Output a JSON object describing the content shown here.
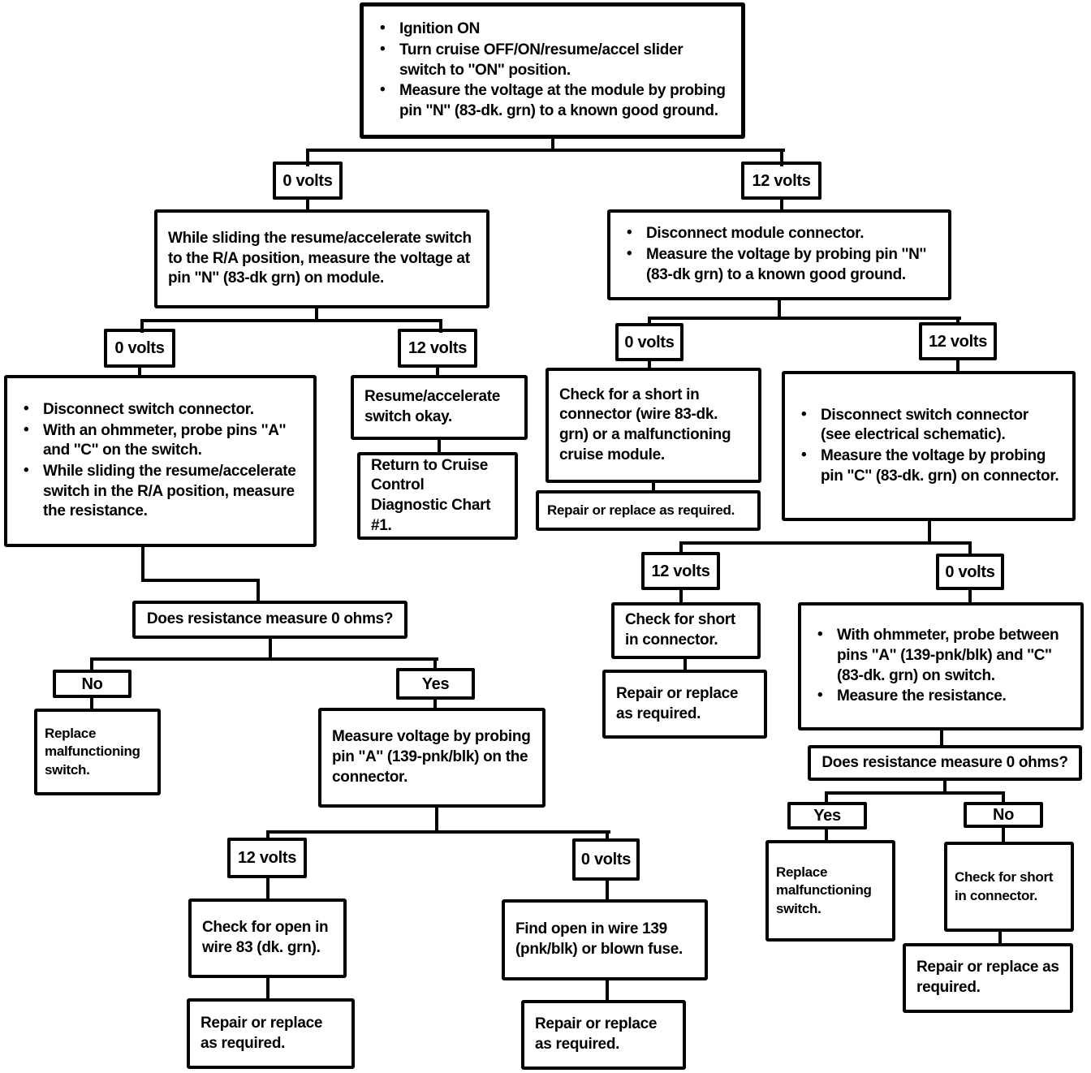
{
  "colors": {
    "ink": "#000000",
    "paper": "#ffffff"
  },
  "diagram": {
    "kind": "diagnostic-flowchart",
    "nodes": {
      "start": {
        "bullets": [
          "Ignition ON",
          "Turn cruise OFF/ON/resume/accel slider switch to ''ON'' position.",
          "Measure the voltage at the module by probing pin ''N'' (83-dk. grn) to a known good ground."
        ]
      },
      "l1_label": "0 volts",
      "r1_label": "12 volts",
      "l1_box": "While sliding the resume/accelerate switch to the R/A position, measure the voltage at pin ''N'' (83-dk grn) on module.",
      "r1_box": {
        "bullets": [
          "Disconnect module connector.",
          "Measure the voltage by probing pin ''N'' (83-dk grn) to a known good ground."
        ]
      },
      "l2a_label": "0 volts",
      "l2b_label": "12 volts",
      "l2a_box": {
        "bullets": [
          "Disconnect switch connector.",
          "With an ohmmeter, probe pins ''A'' and ''C'' on the switch.",
          "While sliding the resume/accelerate switch in the R/A position, measure the resistance."
        ]
      },
      "l2b_box": "Resume/accelerate switch okay.",
      "l2c_box": "Return to Cruise Control Diagnostic Chart #1.",
      "r2a_label": "0 volts",
      "r2b_label": "12 volts",
      "r2a_box": "Check for a short in connector (wire 83-dk. grn) or a malfunctioning cruise module.",
      "r2b_box": "Repair or replace as required.",
      "r2c_box": {
        "bullets": [
          "Disconnect switch connector (see electrical schematic).",
          "Measure the voltage by probing pin ''C'' (83-dk. grn) on connector."
        ]
      },
      "r3a_label": "12 volts",
      "r3b_label": "0 volts",
      "r3a_box": "Check for short in connector.",
      "r3b_box": "Repair or replace as required.",
      "r3c_box": {
        "bullets": [
          "With ohmmeter, probe between pins ''A'' (139-pnk/blk) and ''C'' (83-dk. grn) on switch.",
          "Measure the resistance."
        ]
      },
      "r_question": "Does resistance measure 0 ohms?",
      "r4a_label": "Yes",
      "r4b_label": "No",
      "r4a_box": "Replace malfunctioning switch.",
      "r4b_box": "Check for short in connector.",
      "r4c_box": "Repair or replace as required.",
      "l_question": "Does resistance measure 0 ohms?",
      "l3a_label": "No",
      "l3b_label": "Yes",
      "l3a_box": "Replace malfunctioning switch.",
      "l3b_box": "Measure voltage by probing pin ''A'' (139-pnk/blk) on the connector.",
      "l4a_label": "12 volts",
      "l4b_label": "0 volts",
      "l4a_box": "Check for open in wire 83 (dk. grn).",
      "l4b_box": "Repair or replace as required.",
      "l4c_box": "Find open in wire 139 (pnk/blk) or blown fuse.",
      "l4d_box": "Repair or replace as required."
    }
  }
}
